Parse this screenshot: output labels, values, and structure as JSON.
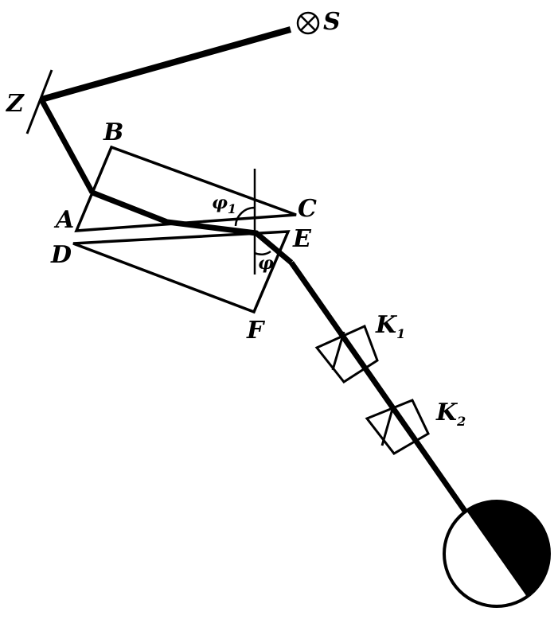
{
  "labels": {
    "S": "S",
    "Z": "Z",
    "A": "A",
    "B": "B",
    "C": "C",
    "D": "D",
    "E": "E",
    "F": "F",
    "K": "K",
    "K1_sub": "1",
    "K2_sub": "2",
    "phi": "φ",
    "phi1_sub": "1"
  }
}
